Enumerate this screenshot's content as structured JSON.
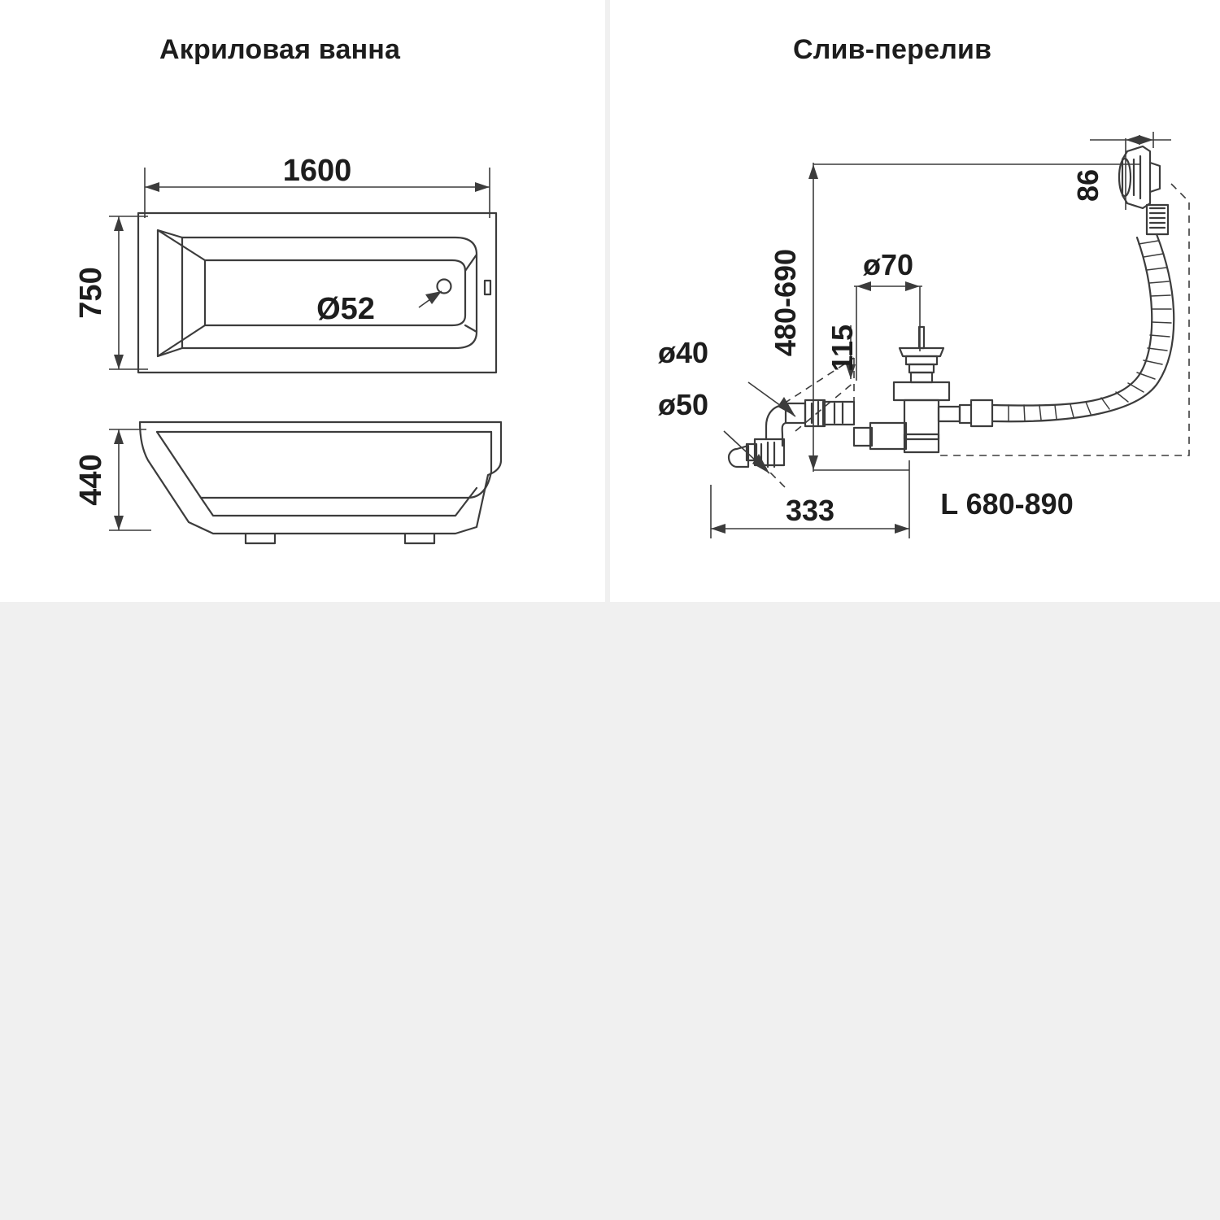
{
  "page": {
    "background_color": "#f0f0f0",
    "panel_color": "#ffffff",
    "line_color": "#3c3c3c",
    "text_color": "#1d1d1d"
  },
  "left_panel": {
    "title": "Акриловая ванна",
    "dimensions": {
      "length": "1600",
      "width": "750",
      "height": "440",
      "drain_hole": "Ø52"
    }
  },
  "right_panel": {
    "title": "Слив-перелив",
    "dimensions": {
      "overflow_head": "86",
      "height_range": "480-690",
      "drain_flange": "ø70",
      "offset_115": "115",
      "outlet_40": "ø40",
      "outlet_50": "ø50",
      "base_length": "333",
      "hose_length": "L 680-890"
    }
  }
}
